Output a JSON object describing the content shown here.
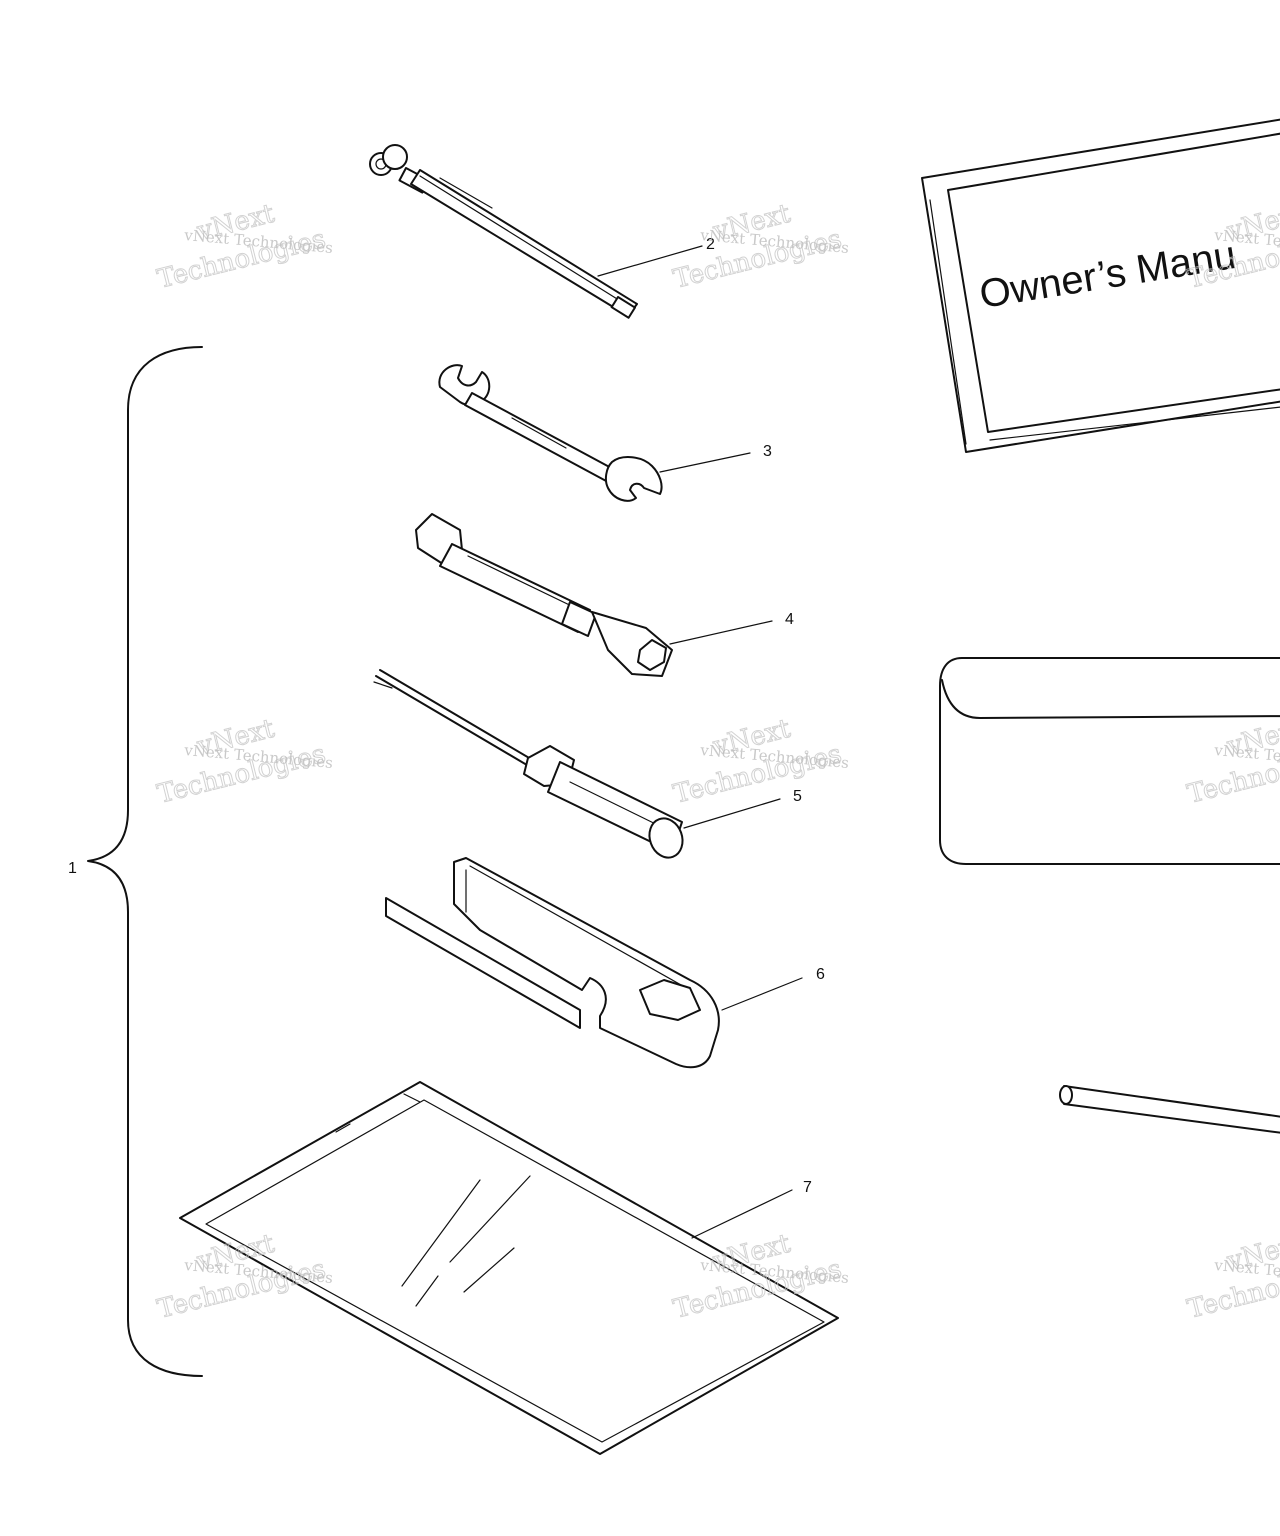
{
  "callouts": {
    "c1": "1",
    "c2": "2",
    "c3": "3",
    "c4": "4",
    "c5": "5",
    "c6": "6",
    "c7": "7"
  },
  "manual": {
    "title": "Owner’s Manu"
  },
  "watermark": {
    "line_small": "vNext Technologies",
    "line_big_top": "vNext",
    "line_big_bottom": "Technologies"
  }
}
